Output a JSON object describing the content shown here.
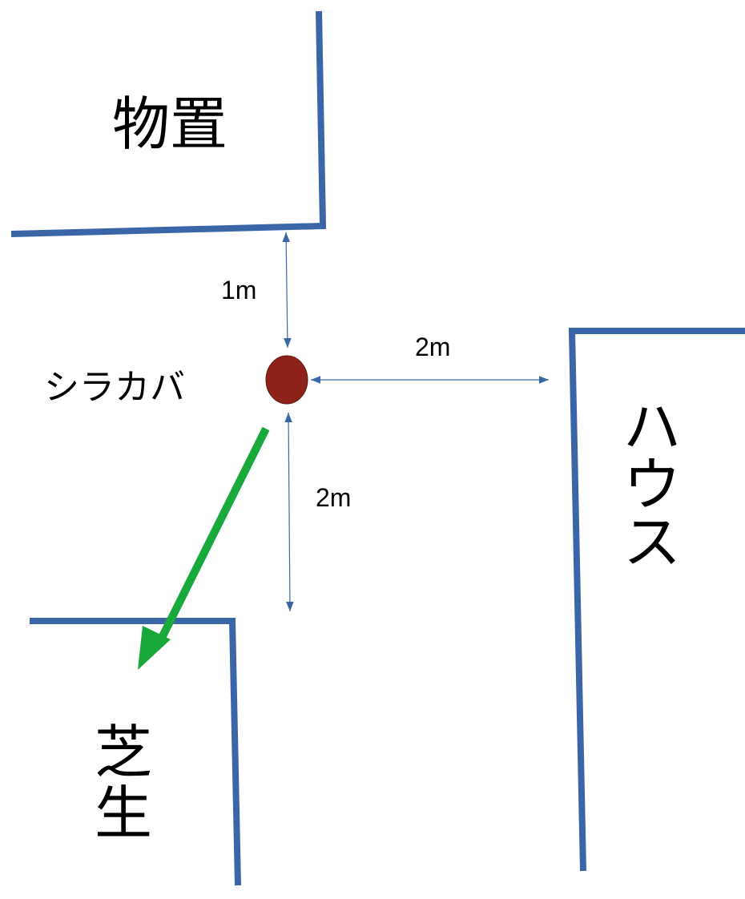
{
  "labels": {
    "shed": "物置",
    "birch": "シラカバ",
    "house": [
      "ハ",
      "ウ",
      "ス"
    ],
    "lawn": [
      "芝",
      "生"
    ]
  },
  "dimensions": {
    "to_shed": "1m",
    "to_house": "2m",
    "to_lawn": "2m"
  },
  "colors": {
    "wall": "#3a66a8",
    "tree": "#8e2218",
    "tree_outline": "#5a1a14",
    "direction_arrow": "#19a83a",
    "dimension_line": "#3a66a8"
  }
}
